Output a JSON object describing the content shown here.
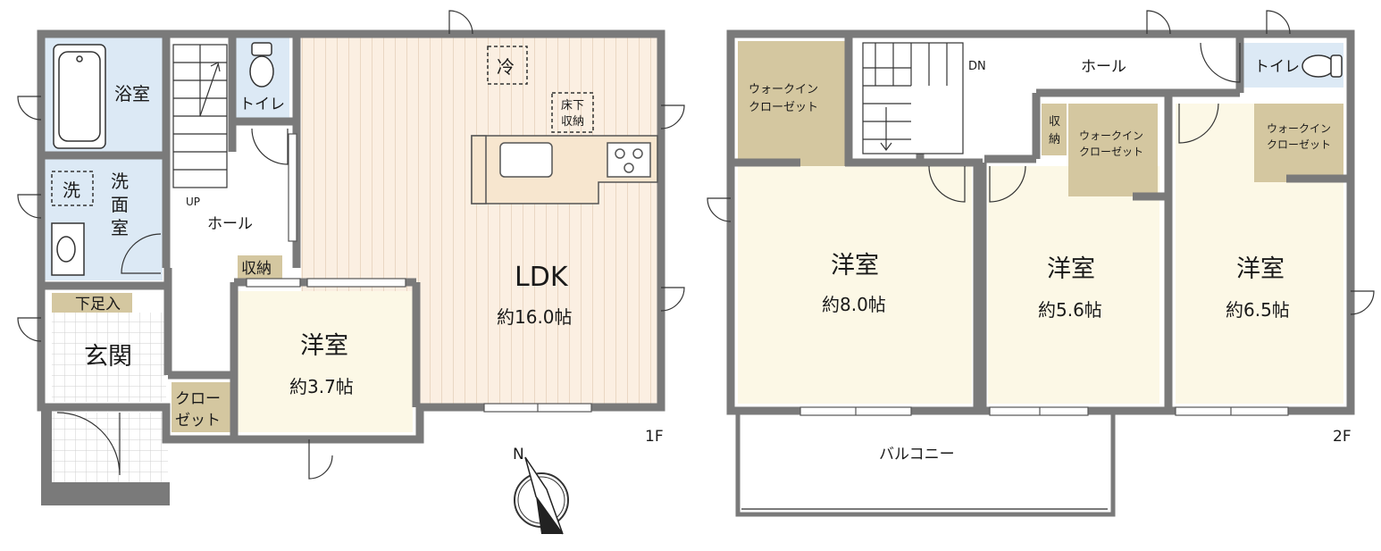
{
  "floor1": {
    "label": "1F",
    "bath": "浴室",
    "toilet": "トイレ",
    "washer_mark": "洗",
    "washroom_1": "洗",
    "washroom_2": "面",
    "washroom_3": "室",
    "up_label": "UP",
    "hall": "ホール",
    "storage": "収納",
    "shoe_storage": "下足入",
    "entrance": "玄関",
    "closet_1": "クロー",
    "closet_2": "ゼット",
    "western_room": "洋室",
    "western_room_size": "約3.7帖",
    "ldk": "LDK",
    "ldk_size": "約16.0帖",
    "fridge": "冷",
    "underfloor_1": "床下",
    "underfloor_2": "収納"
  },
  "floor2": {
    "label": "2F",
    "dn_label": "DN",
    "hall": "ホール",
    "toilet": "トイレ",
    "wic_a_1": "ウォークイン",
    "wic_a_2": "クローゼット",
    "storage_1": "収",
    "storage_2": "納",
    "wic_b_1": "ウォークイン",
    "wic_b_2": "クローゼット",
    "wic_c_1": "ウォークイン",
    "wic_c_2": "クローゼット",
    "room_a": "洋室",
    "room_a_size": "約8.0帖",
    "room_b": "洋室",
    "room_b_size": "約5.6帖",
    "room_c": "洋室",
    "room_c_size": "約6.5帖",
    "balcony": "バルコニー"
  },
  "compass": {
    "north_label": "N"
  },
  "colors": {
    "wall": "#7a7a7a",
    "room_fill": "#fcf8e6",
    "wet_fill": "#dce9f5",
    "wic_fill": "#d4c7a0",
    "floor_stripe": "#ead7c3",
    "ldk_fill": "#fbefe2",
    "counter": "#f7e6cf"
  }
}
